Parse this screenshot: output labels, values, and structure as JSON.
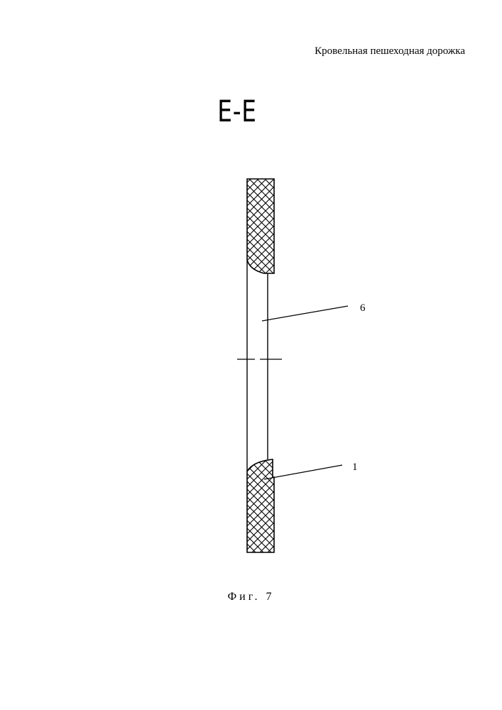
{
  "header": {
    "title": "Кровельная пешеходная дорожка"
  },
  "drawing": {
    "section_label": "Е-Е",
    "callouts": [
      {
        "label": "6"
      },
      {
        "label": "1"
      }
    ]
  },
  "figure": {
    "caption": "Фиг. 7"
  },
  "colors": {
    "ink": "#000000",
    "paper": "#ffffff"
  }
}
